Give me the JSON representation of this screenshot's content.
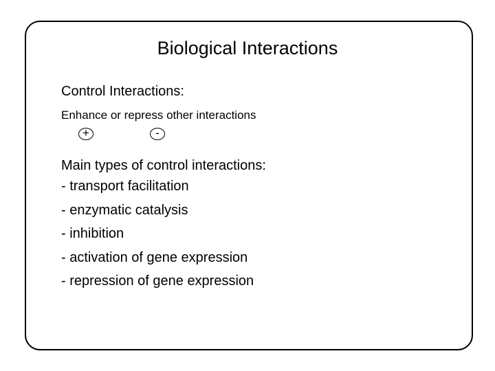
{
  "slide": {
    "title": "Biological Interactions",
    "heading": "Control Interactions:",
    "subtext": "Enhance or repress other interactions",
    "signs": {
      "enhance": "+",
      "repress": "-"
    },
    "list_heading": "Main types of control interactions:",
    "items": [
      "- transport facilitation",
      "- enzymatic catalysis",
      "- inhibition",
      "- activation of gene expression",
      "- repression of gene expression"
    ]
  }
}
